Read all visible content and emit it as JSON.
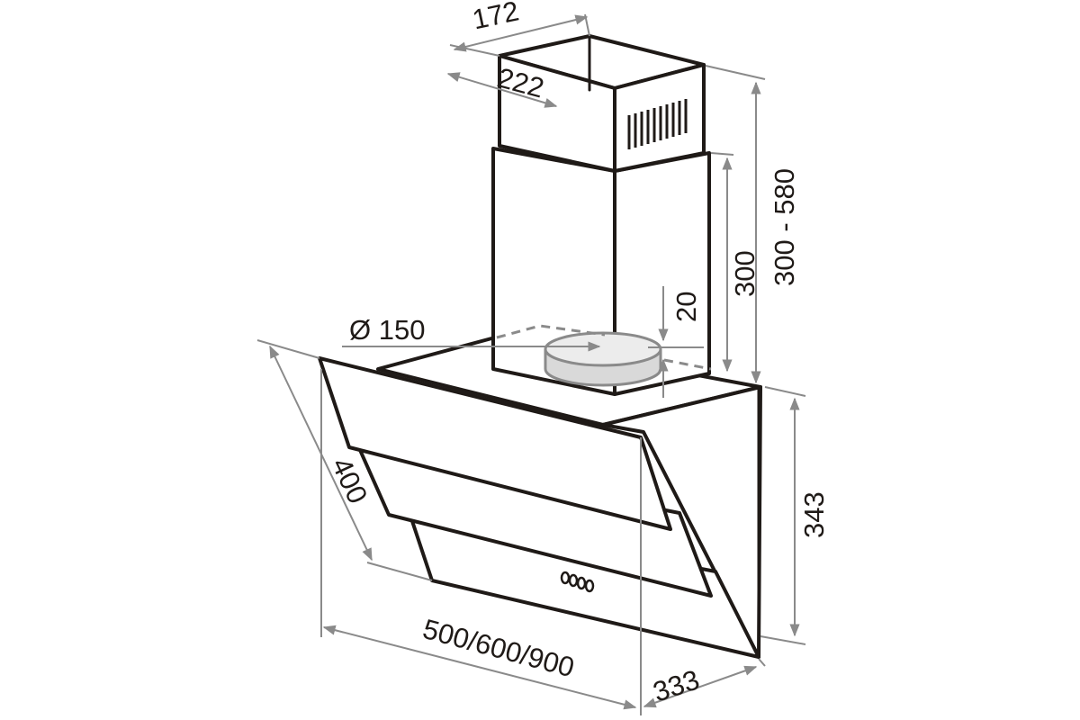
{
  "dimensions": {
    "chimney_width": "172",
    "chimney_depth": "222",
    "chimney_height_range": "300 - 580",
    "inner_chimney_height": "300",
    "duct_offset": "20",
    "duct_diameter": "Ø 150",
    "glass_panel_length": "400",
    "body_height": "343",
    "widths": "500/600/900",
    "body_depth": "333"
  },
  "colors": {
    "outline": "#1f1a17",
    "dimension_lines": "#8a8a8a",
    "duct_fill": "#d9d9d9"
  },
  "icons": [
    "control-buttons-icon",
    "vent-grille-icon"
  ]
}
